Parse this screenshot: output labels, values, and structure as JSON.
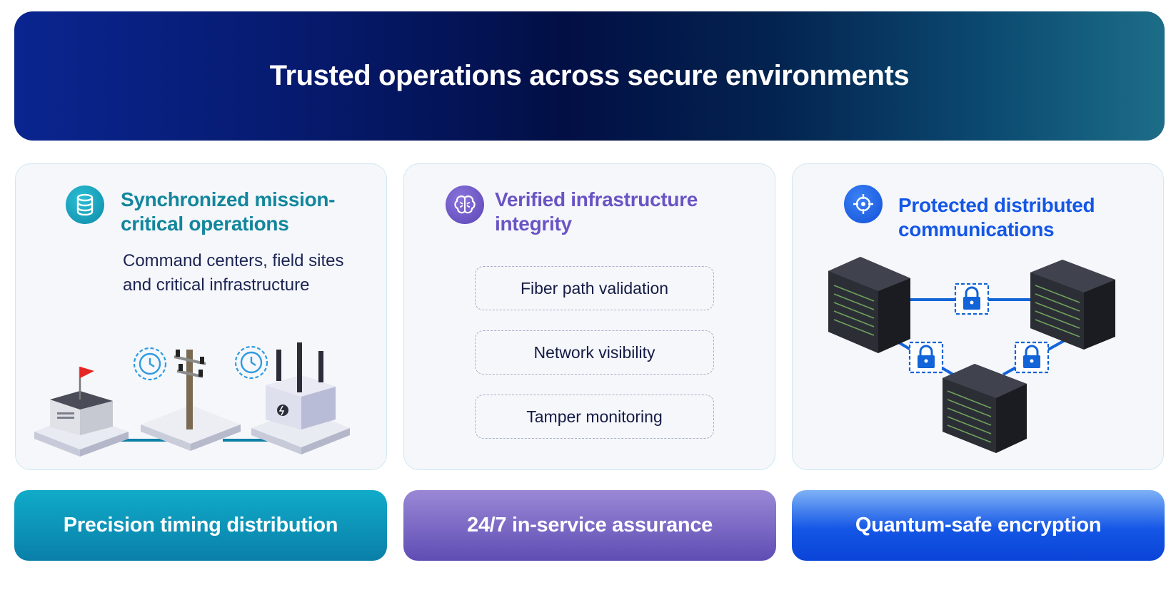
{
  "header": {
    "title": "Trusted operations across secure environments"
  },
  "cards": [
    {
      "title_line1": "Synchronized mission-",
      "title_line2": "critical operations",
      "description_line1": "Command centers, field sites",
      "description_line2": "and critical infrastructure",
      "icon": "database-icon",
      "accent": "#12869c"
    },
    {
      "title_line1": "Verified infrastructure",
      "title_line2": "integrity",
      "items": [
        "Fiber path validation",
        "Network visibility",
        "Tamper monitoring"
      ],
      "icon": "brain-icon",
      "accent": "#6a54c4"
    },
    {
      "title_line1": "Protected distributed",
      "title_line2": "communications",
      "icon": "target-icon",
      "accent": "#1456e6"
    }
  ],
  "bottom_bars": [
    {
      "label": "Precision timing distribution",
      "color": "#0d93b8"
    },
    {
      "label": "24/7 in-service assurance",
      "color": "#7a68c6"
    },
    {
      "label": "Quantum-safe encryption",
      "color": "#1a5fe8"
    }
  ]
}
